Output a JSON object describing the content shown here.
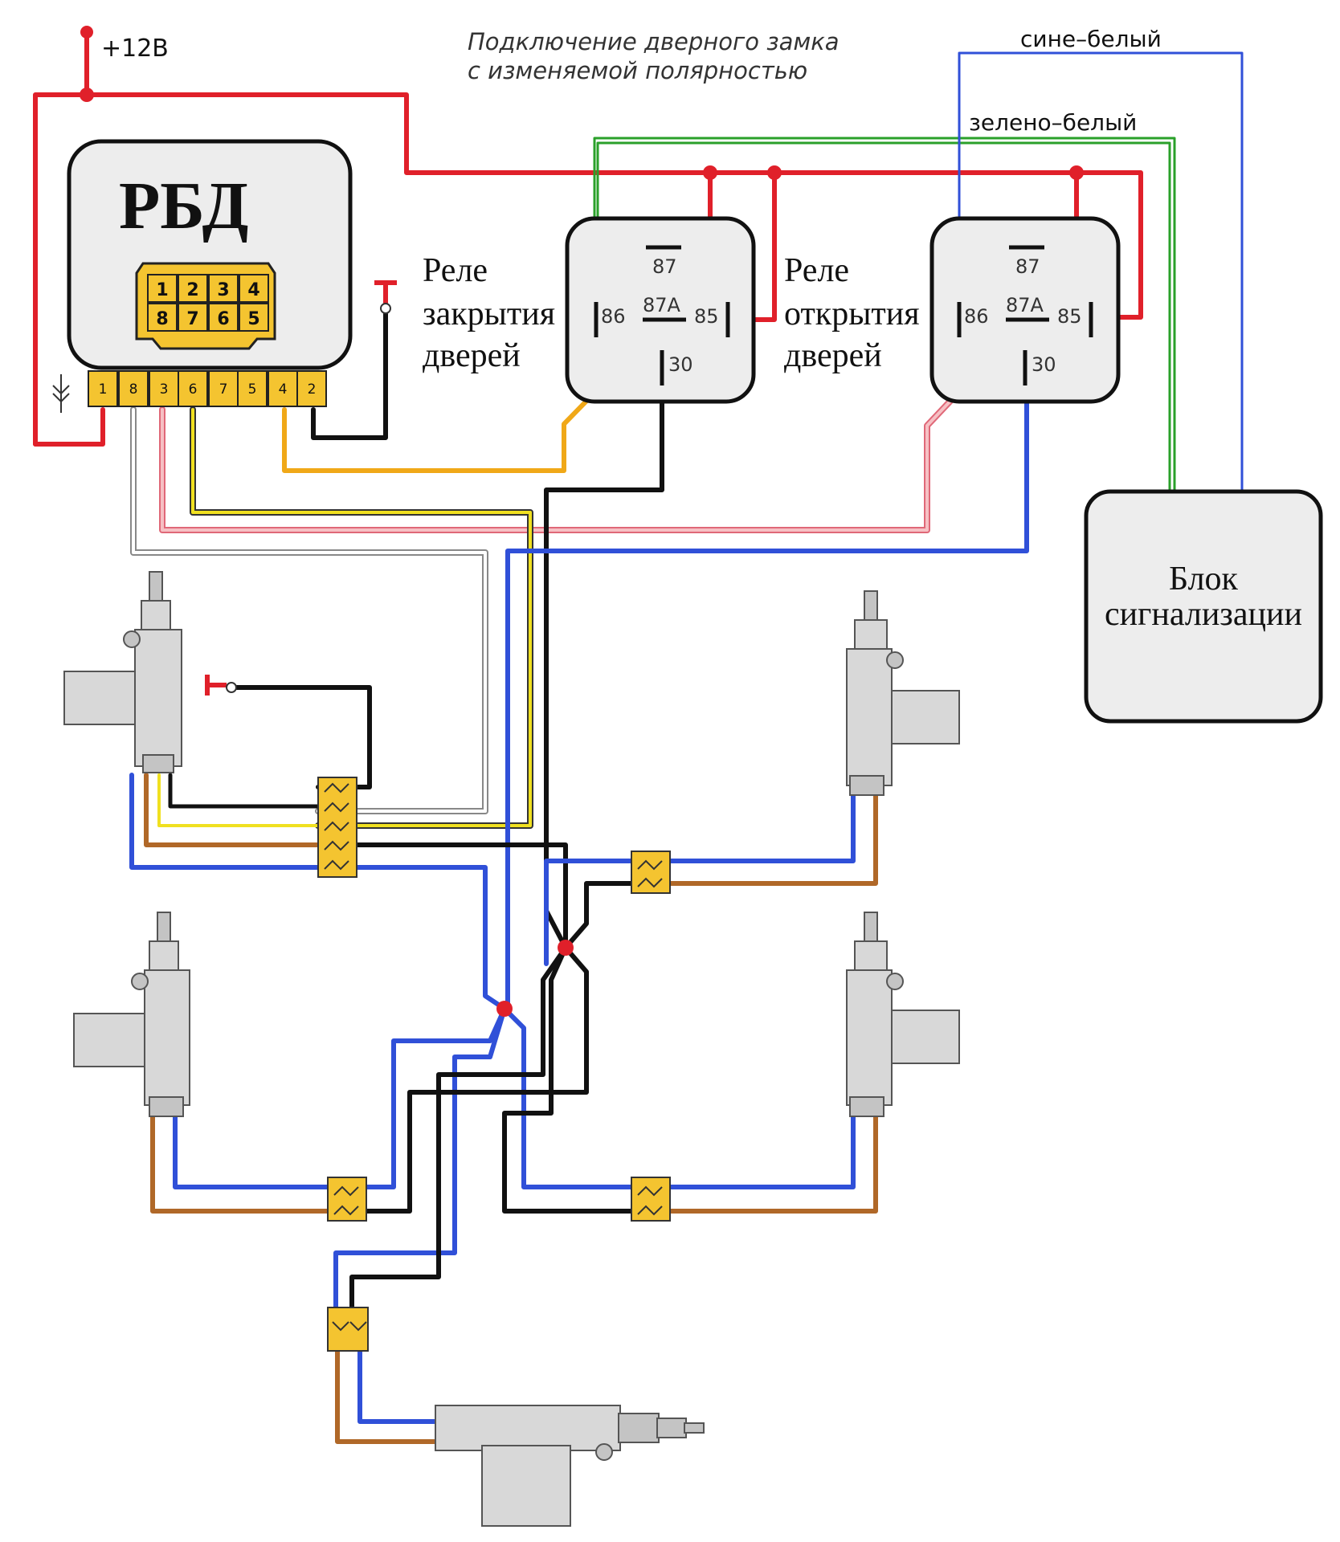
{
  "title": {
    "line1": "Подключение дверного замка",
    "line2": "с изменяемой полярностью"
  },
  "power": {
    "label": "+12В"
  },
  "rbd": {
    "label": "РБД",
    "connector_pins": [
      "1",
      "2",
      "3",
      "4",
      "8",
      "7",
      "6",
      "5"
    ],
    "bottom_pins": [
      "1",
      "8",
      "3",
      "6",
      "7",
      "5",
      "4",
      "2"
    ]
  },
  "relay_close": {
    "label_lines": [
      "Реле",
      "закрытия",
      "дверей"
    ],
    "pins": {
      "p87": "87",
      "p86": "86",
      "p87a": "87A",
      "p85": "85",
      "p30": "30"
    }
  },
  "relay_open": {
    "label_lines": [
      "Реле",
      "открытия",
      "дверей"
    ],
    "pins": {
      "p87": "87",
      "p86": "86",
      "p87a": "87A",
      "p85": "85",
      "p30": "30"
    }
  },
  "wires": {
    "blue_white": "сине–белый",
    "green_white": "зелено–белый"
  },
  "alarm": {
    "label_lines": [
      "Блок",
      "сигнализации"
    ]
  },
  "colors": {
    "red": "#e0202a",
    "yellow": "#f0e020",
    "orange": "#f0a818",
    "pink": "#f0a0a8",
    "blue": "#3050d8",
    "brown": "#b06828",
    "black": "#111111",
    "green": "#2aa02a",
    "connector": "#f4c430"
  }
}
